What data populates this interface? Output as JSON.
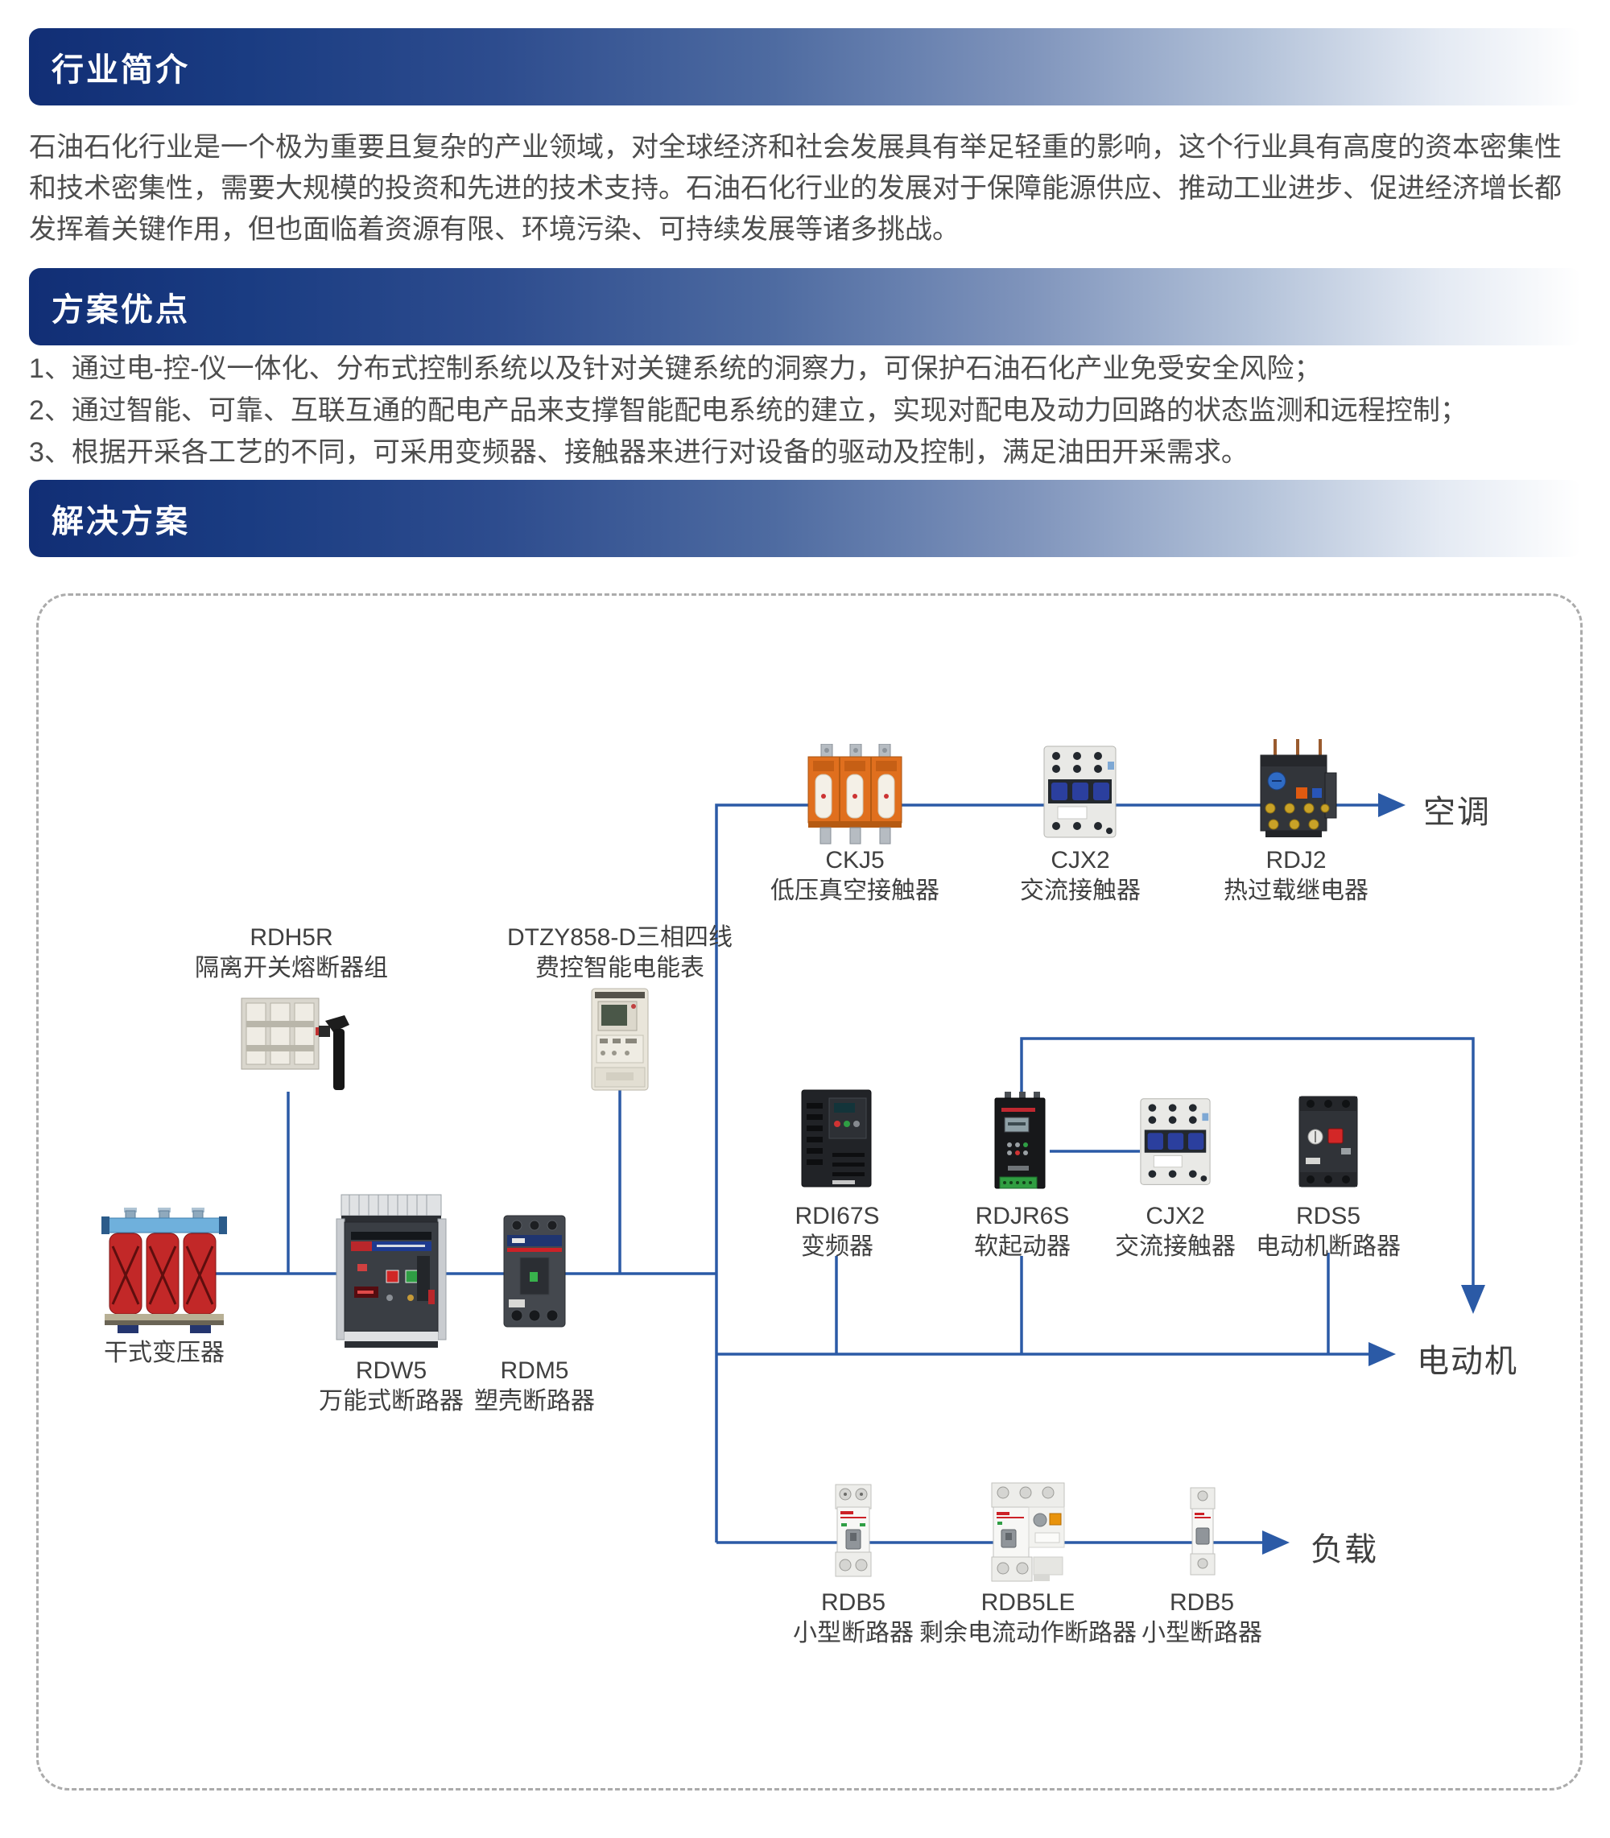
{
  "colors": {
    "banner_dark": "#112e75",
    "line": "#2b5aa6",
    "dashed_border": "#ababab",
    "body_text": "#4d4d4d",
    "label_text": "#404040"
  },
  "sections": {
    "intro": {
      "title": "行业简介",
      "paragraph": "石油石化行业是一个极为重要且复杂的产业领域，对全球经济和社会发展具有举足轻重的影响，这个行业具有高度的资本密集性和技术密集性，需要大规模的投资和先进的技术支持。石油石化行业的发展对于保障能源供应、推动工业进步、促进经济增长都发挥着关键作用，但也面临着资源有限、环境污染、可持续发展等诸多挑战。"
    },
    "advantages": {
      "title": "方案优点",
      "items": [
        "1、通过电-控-仪一体化、分布式控制系统以及针对关键系统的洞察力，可保护石油石化产业免受安全风险；",
        "2、通过智能、可靠、互联互通的配电产品来支撑智能配电系统的建立，实现对配电及动力回路的状态监测和远程控制；",
        "3、根据开采各工艺的不同，可采用变频器、接触器来进行对设备的驱动及控制，满足油田开采需求。"
      ]
    },
    "solution": {
      "title": "解决方案"
    }
  },
  "diagram": {
    "outputs": [
      {
        "label": "空调"
      },
      {
        "label": "电动机"
      },
      {
        "label": "负载"
      }
    ],
    "products": [
      {
        "model": "CKJ5",
        "desc": "低压真空接触器"
      },
      {
        "model": "CJX2",
        "desc": "交流接触器"
      },
      {
        "model": "RDJ2",
        "desc": "热过载继电器"
      },
      {
        "model": "RDH5R",
        "desc": "隔离开关熔断器组"
      },
      {
        "model": "DTZY858-D三相四线",
        "desc": "费控智能电能表"
      },
      {
        "model": "",
        "desc": "干式变压器"
      },
      {
        "model": "RDW5",
        "desc": "万能式断路器"
      },
      {
        "model": "RDM5",
        "desc": "塑壳断路器"
      },
      {
        "model": "RDI67S",
        "desc": "变频器"
      },
      {
        "model": "RDJR6S",
        "desc": "软起动器"
      },
      {
        "model": "CJX2",
        "desc": "交流接触器"
      },
      {
        "model": "RDS5",
        "desc": "电动机断路器"
      },
      {
        "model": "RDB5",
        "desc": "小型断路器"
      },
      {
        "model": "RDB5LE",
        "desc": "剩余电流动作断路器"
      },
      {
        "model": "RDB5",
        "desc": "小型断路器"
      }
    ]
  }
}
